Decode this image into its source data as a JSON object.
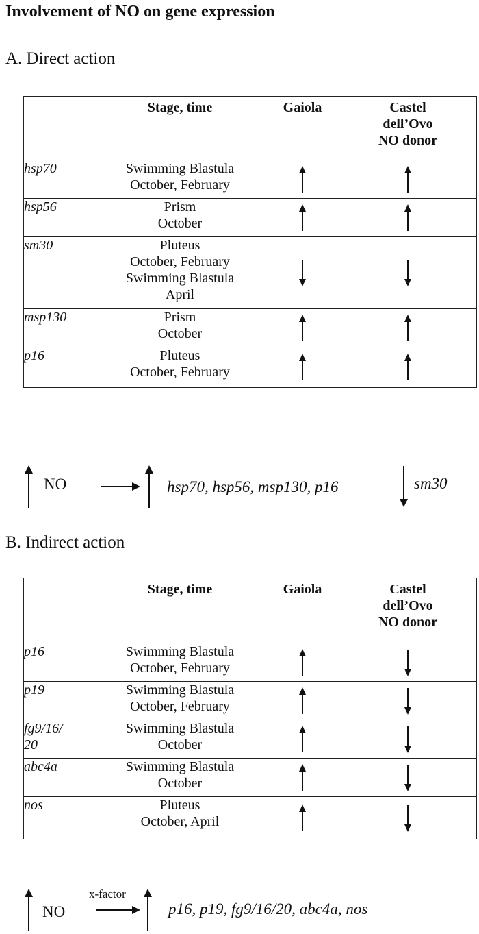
{
  "title": "Involvement of NO on gene expression",
  "section_a": {
    "heading": "A. Direct action",
    "headers": {
      "gene": "",
      "stage": "Stage, time",
      "gaiola": "Gaiola",
      "castel": [
        "Castel",
        "dell’Ovo",
        "NO donor"
      ]
    },
    "rows": [
      {
        "gene": "hsp70",
        "stage": [
          "Swimming Blastula",
          "October, February"
        ],
        "gaiola": "up",
        "castel": "up"
      },
      {
        "gene": "hsp56",
        "stage": [
          "Prism",
          "October"
        ],
        "gaiola": "up",
        "castel": "up"
      },
      {
        "gene": "sm30",
        "stage": [
          "Pluteus",
          "October, February",
          "Swimming Blastula",
          "April"
        ],
        "gaiola": "down",
        "castel": "down"
      },
      {
        "gene": "msp130",
        "stage": [
          "Prism",
          "October"
        ],
        "gaiola": "up",
        "castel": "up"
      },
      {
        "gene": "p16",
        "stage": [
          "Pluteus",
          "October, February"
        ],
        "gaiola": "up",
        "castel": "up"
      }
    ],
    "summary": {
      "no_label": "NO",
      "up_genes": "hsp70, hsp56, msp130, p16",
      "down_genes": "sm30"
    }
  },
  "section_b": {
    "heading": "B. Indirect action",
    "headers": {
      "gene": "",
      "stage": "Stage, time",
      "gaiola": "Gaiola",
      "castel": [
        "Castel",
        "dell’Ovo",
        "NO donor"
      ]
    },
    "rows": [
      {
        "gene": "p16",
        "stage": [
          "Swimming Blastula",
          "October, February"
        ],
        "gaiola": "up",
        "castel": "down"
      },
      {
        "gene": "p19",
        "stage": [
          "Swimming Blastula",
          "October, February"
        ],
        "gaiola": "up",
        "castel": "down"
      },
      {
        "gene": "fg9/16/\n20",
        "stage": [
          "Swimming Blastula",
          "October"
        ],
        "gaiola": "up",
        "castel": "down"
      },
      {
        "gene": "abc4a",
        "stage": [
          "Swimming Blastula",
          "October"
        ],
        "gaiola": "up",
        "castel": "down"
      },
      {
        "gene": "nos",
        "stage": [
          "Pluteus",
          "October, April"
        ],
        "gaiola": "up",
        "castel": "down"
      }
    ],
    "summary": {
      "no_label": "NO",
      "arrow_label": "x-factor",
      "up_genes": "p16, p19, fg9/16/20, abc4a, nos"
    }
  }
}
